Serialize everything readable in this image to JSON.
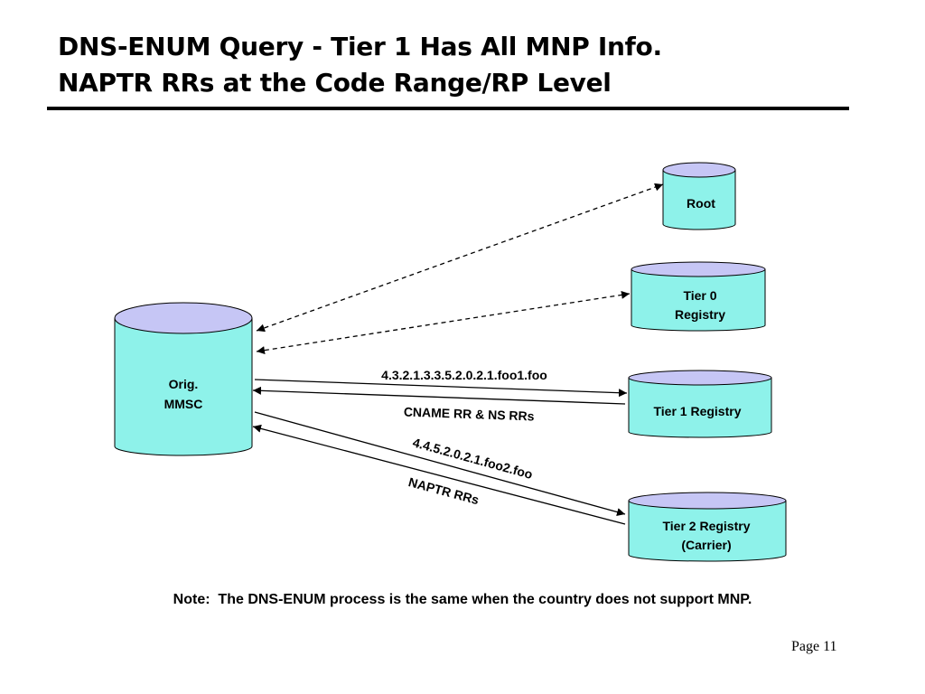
{
  "title": {
    "line1": "DNS-ENUM Query - Tier 1 Has All MNP Info.",
    "line2": "NAPTR RRs at the Code Range/RP Level"
  },
  "nodes": {
    "orig": {
      "line1": "Orig.",
      "line2": "MMSC"
    },
    "root": {
      "line1": "Root"
    },
    "tier0": {
      "line1": "Tier 0",
      "line2": "Registry"
    },
    "tier1": {
      "line1": "Tier 1 Registry"
    },
    "tier2": {
      "line1": "Tier 2 Registry",
      "line2": "(Carrier)"
    }
  },
  "edges": {
    "query_tier1": "4.3.2.1.3.3.5.2.0.2.1.foo1.foo",
    "reply_tier1": "CNAME RR & NS RRs",
    "query_tier2": "4.4.5.2.0.2.1.foo2.foo",
    "reply_tier2": "NAPTR RRs"
  },
  "note": "Note:  The DNS-ENUM process is the same when the country does not support MNP.",
  "page_label": "Page 11",
  "colors": {
    "cylinder_body": "#8ef2ea",
    "cylinder_top": "#c6c6f5",
    "line": "#000000"
  }
}
